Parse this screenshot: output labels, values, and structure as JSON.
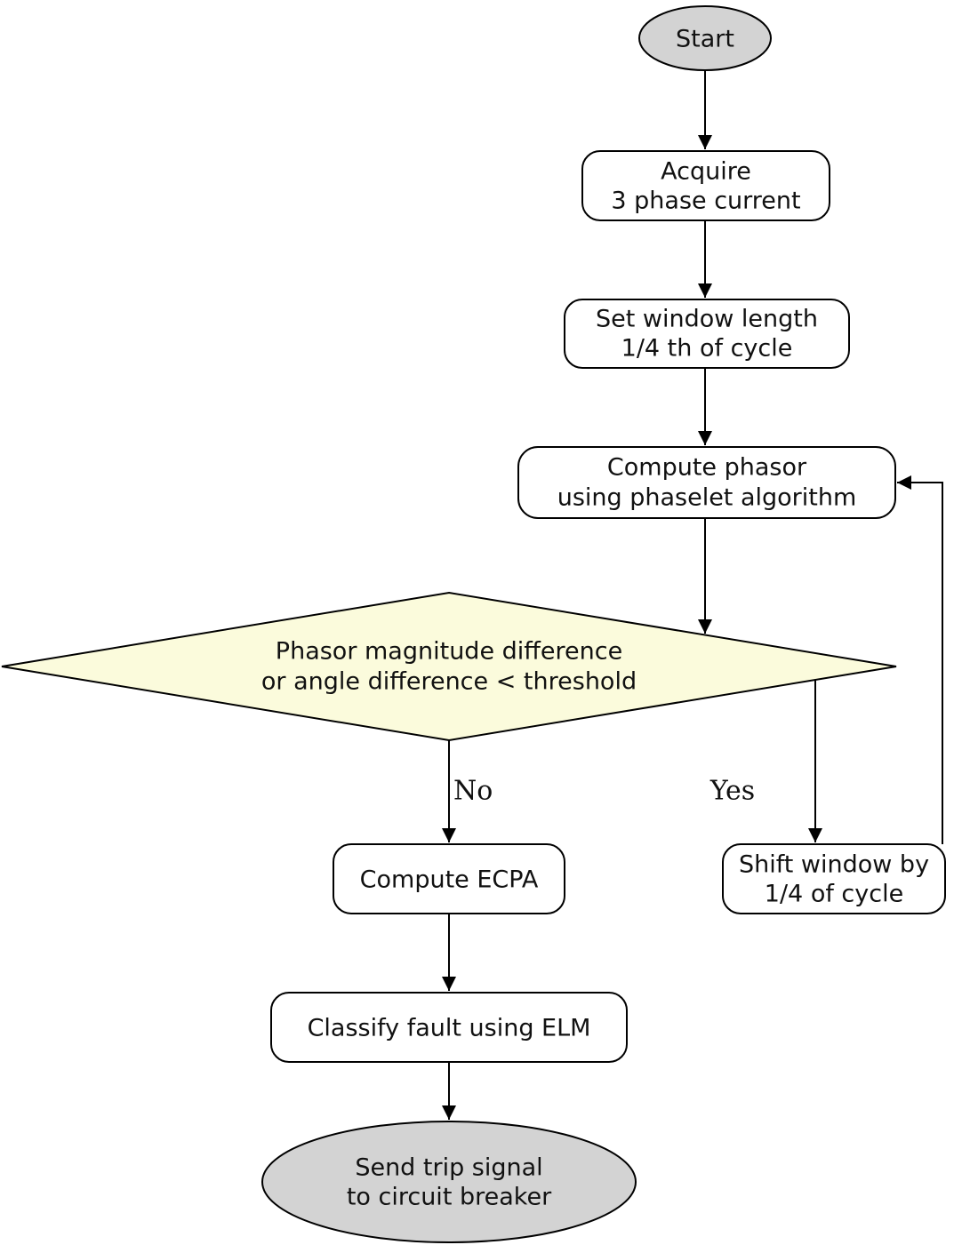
{
  "diagram": {
    "kind": "flowchart",
    "colors": {
      "terminal_fill": "#d3d3d3",
      "process_fill": "#ffffff",
      "decision_fill": "#fbfbdc",
      "stroke": "#000000"
    },
    "nodes": {
      "start": {
        "type": "terminal",
        "lines": [
          "Start"
        ]
      },
      "acquire": {
        "type": "process",
        "lines": [
          "Acquire",
          "3 phase current"
        ]
      },
      "set_window": {
        "type": "process",
        "lines": [
          "Set window length",
          "1/4 th of cycle"
        ]
      },
      "compute_phasor": {
        "type": "process",
        "lines": [
          "Compute phasor",
          "using phaselet algorithm"
        ]
      },
      "decision": {
        "type": "decision",
        "lines": [
          "Phasor magnitude difference",
          "or angle difference < threshold"
        ]
      },
      "compute_ecpa": {
        "type": "process",
        "lines": [
          "Compute ECPA"
        ]
      },
      "classify_fault": {
        "type": "process",
        "lines": [
          "Classify fault using ELM"
        ]
      },
      "shift_window": {
        "type": "process",
        "lines": [
          "Shift window by",
          "1/4 of cycle"
        ]
      },
      "end": {
        "type": "terminal",
        "lines": [
          "Send trip signal",
          "to circuit breaker"
        ]
      }
    },
    "edge_labels": {
      "no": "No",
      "yes": "Yes"
    }
  }
}
